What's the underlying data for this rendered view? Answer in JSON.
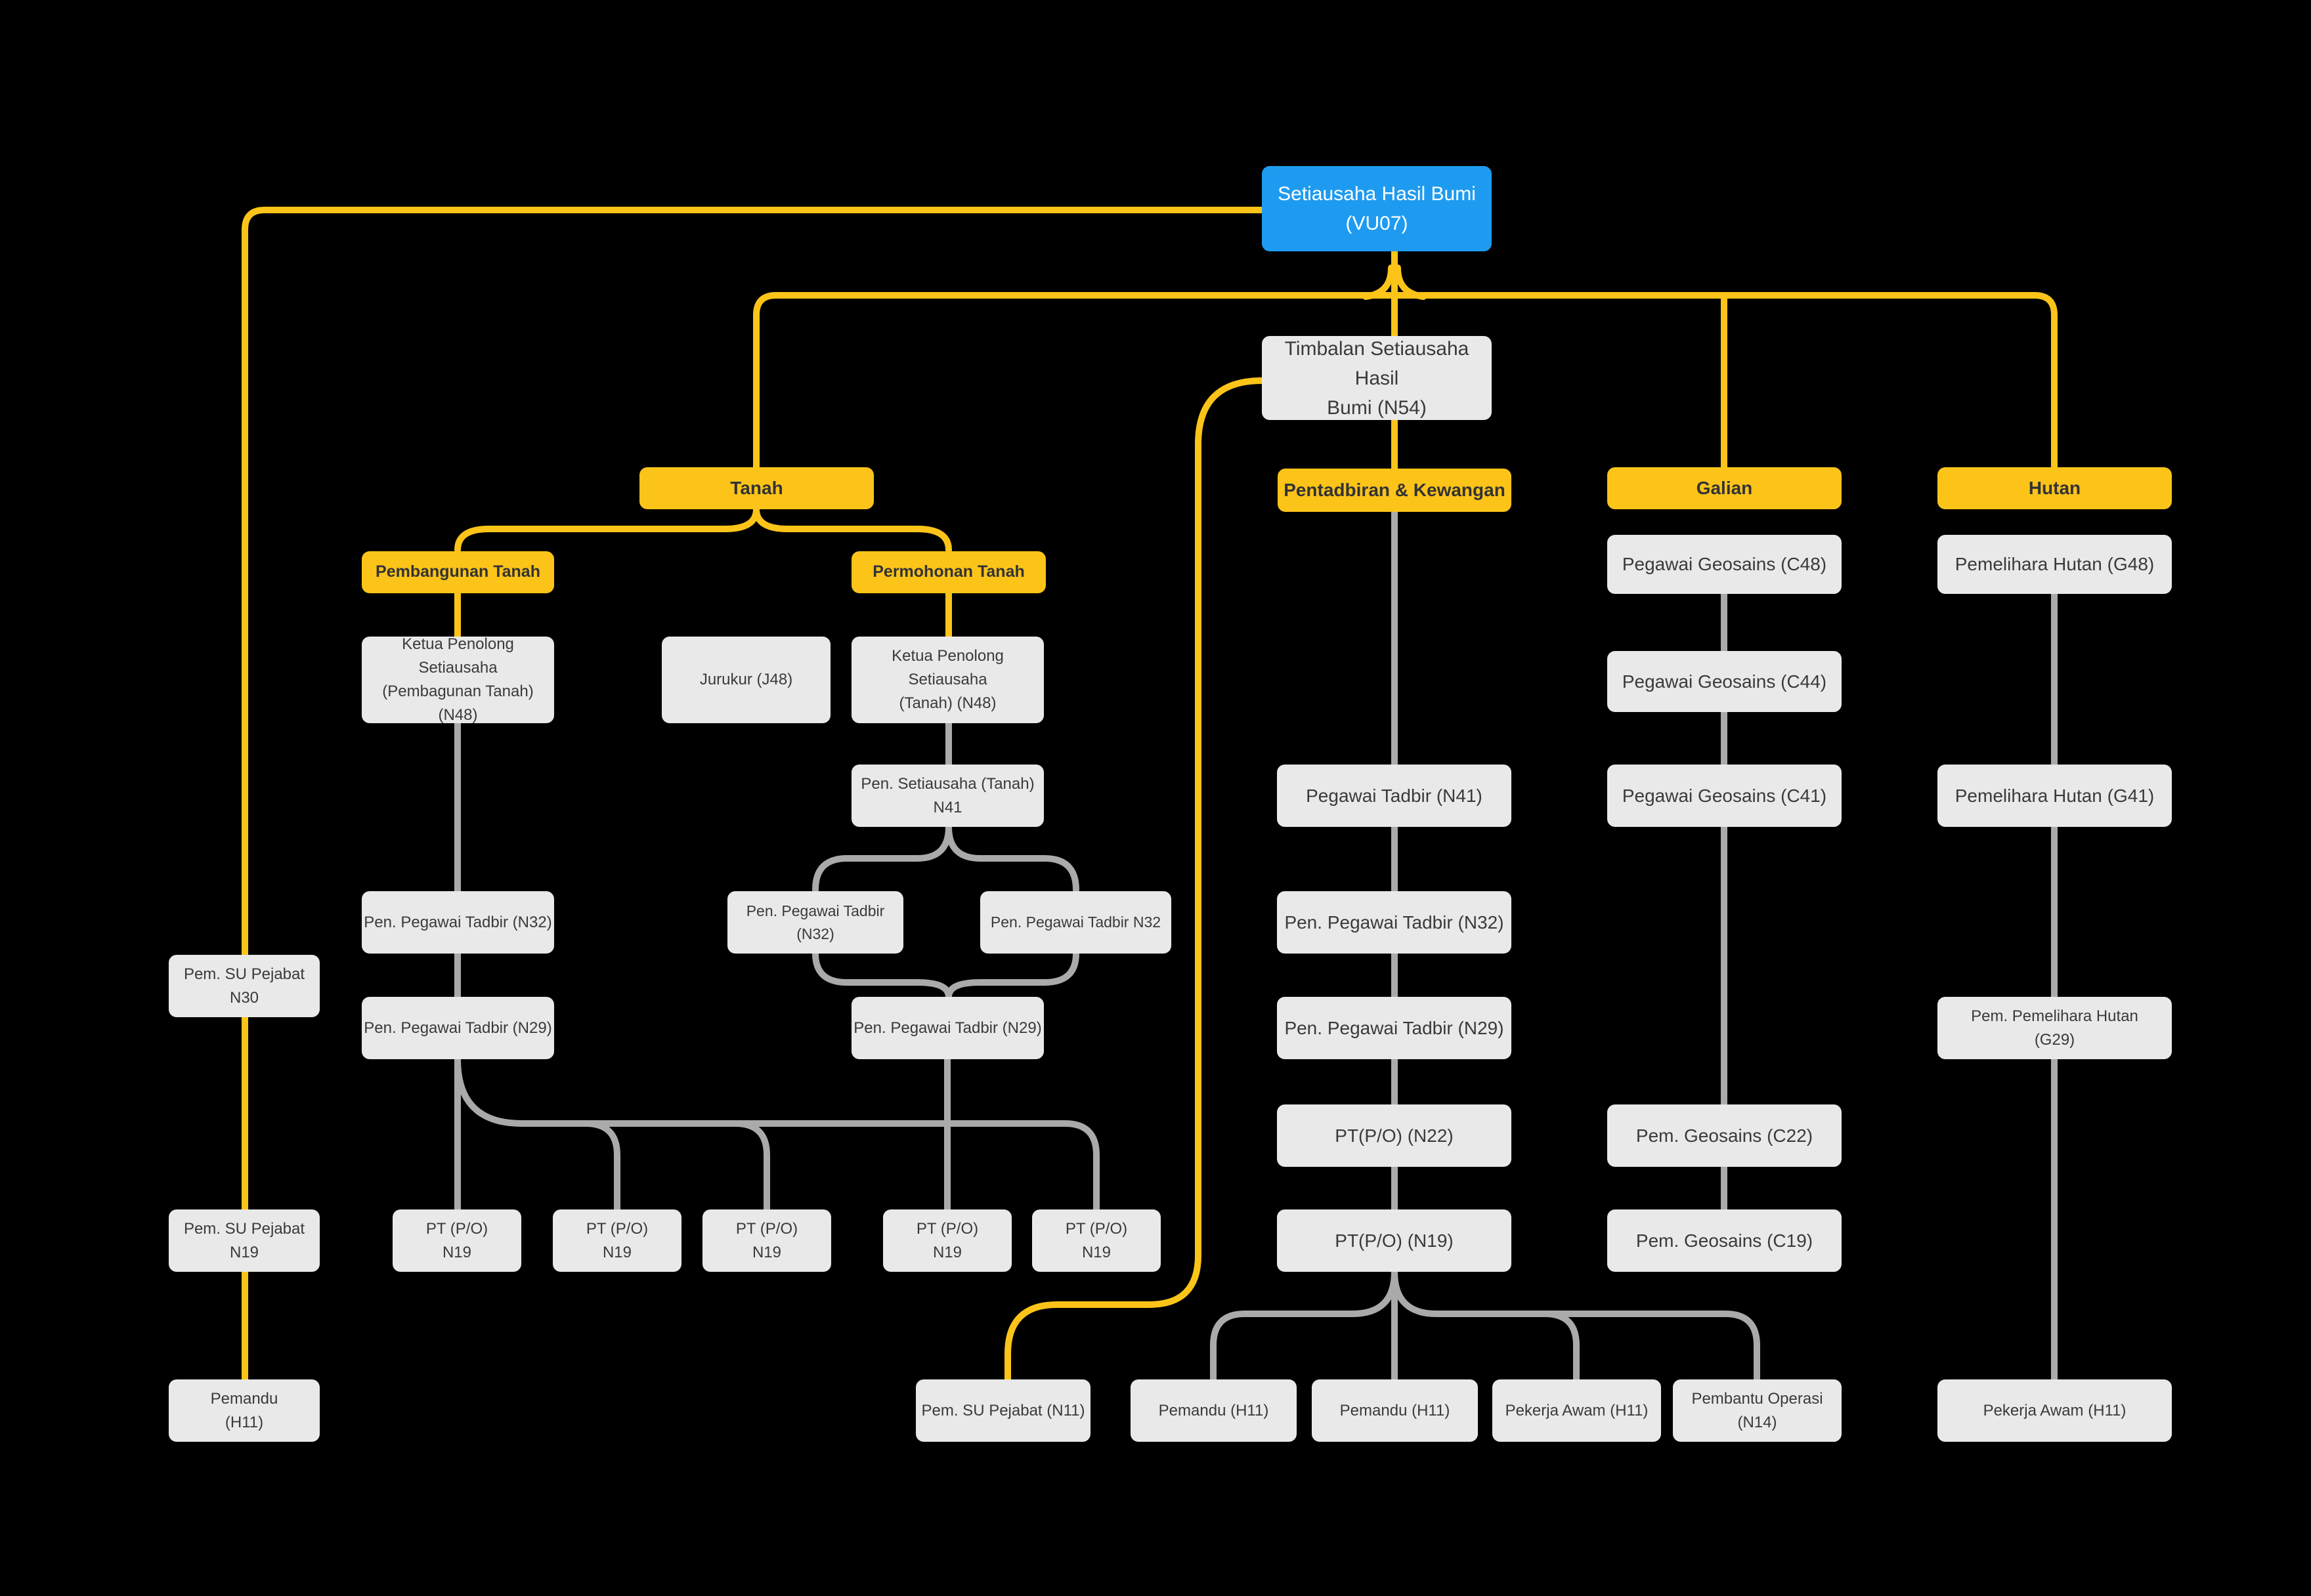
{
  "colors": {
    "background": "#000000",
    "accent_yellow": "#FCC419",
    "accent_blue": "#1E9BF0",
    "node_gray": "#E9E9E9",
    "line_gray": "#AAAAAA",
    "text_dark": "#3A3A3A",
    "text_light": "#FFFFFF"
  },
  "nodes": {
    "root": {
      "label": "Setiausaha Hasil Bumi\n(VU07)"
    },
    "timbalan": {
      "label": "Timbalan Setiausaha Hasil\nBumi (N54)"
    },
    "hdr_tanah": {
      "label": "Tanah"
    },
    "hdr_pembangunan": {
      "label": "Pembangunan Tanah"
    },
    "hdr_permohonan": {
      "label": "Permohonan Tanah"
    },
    "hdr_pentadbiran": {
      "label": "Pentadbiran & Kewangan"
    },
    "hdr_galian": {
      "label": "Galian"
    },
    "hdr_hutan": {
      "label": "Hutan"
    },
    "ketua_pembangunan": {
      "label": "Ketua Penolong Setiausaha\n(Pembagunan Tanah)\n(N48)"
    },
    "jurukur": {
      "label": "Jurukur (J48)"
    },
    "ketua_tanah": {
      "label": "Ketua Penolong Setiausaha\n(Tanah) (N48)"
    },
    "pen_setiausaha_n41": {
      "label": "Pen. Setiausaha (Tanah)\nN41"
    },
    "n32_left": {
      "label": "Pen. Pegawai Tadbir (N32)"
    },
    "n32_mid": {
      "label": "Pen. Pegawai Tadbir (N32)"
    },
    "n32_right": {
      "label": "Pen. Pegawai Tadbir N32"
    },
    "n29_left": {
      "label": "Pen. Pegawai Tadbir (N29)"
    },
    "n29_center": {
      "label": "Pen. Pegawai Tadbir (N29)"
    },
    "pem_su_n30": {
      "label": "Pem. SU Pejabat\nN30"
    },
    "pem_su_n19": {
      "label": "Pem. SU Pejabat\nN19"
    },
    "pemandu_far_left": {
      "label": "Pemandu\n(H11)"
    },
    "pt1": {
      "label": "PT (P/O)\nN19"
    },
    "pt2": {
      "label": "PT (P/O)\nN19"
    },
    "pt3": {
      "label": "PT (P/O)\nN19"
    },
    "pt4": {
      "label": "PT (P/O)\nN19"
    },
    "pt5": {
      "label": "PT (P/O)\nN19"
    },
    "pegawai_tadbir_n41": {
      "label": "Pegawai Tadbir (N41)"
    },
    "pen_pt_n32": {
      "label": "Pen. Pegawai Tadbir (N32)"
    },
    "pen_pt_n29": {
      "label": "Pen. Pegawai Tadbir (N29)"
    },
    "pt_po_n22": {
      "label": "PT(P/O) (N22)"
    },
    "pt_po_n19": {
      "label": "PT(P/O) (N19)"
    },
    "pem_su_n11": {
      "label": "Pem. SU Pejabat (N11)"
    },
    "pemandu1": {
      "label": "Pemandu (H11)"
    },
    "pemandu2": {
      "label": "Pemandu (H11)"
    },
    "pekerja_awam_c": {
      "label": "Pekerja Awam (H11)"
    },
    "pembantu_operasi": {
      "label": "Pembantu Operasi\n(N14)"
    },
    "geo_c48": {
      "label": "Pegawai Geosains (C48)"
    },
    "geo_c44": {
      "label": "Pegawai Geosains (C44)"
    },
    "geo_c41": {
      "label": "Pegawai Geosains (C41)"
    },
    "geo_c22": {
      "label": "Pem. Geosains (C22)"
    },
    "geo_c19": {
      "label": "Pem. Geosains (C19)"
    },
    "hutan_g48": {
      "label": "Pemelihara Hutan (G48)"
    },
    "hutan_g41": {
      "label": "Pemelihara Hutan (G41)"
    },
    "hutan_g29": {
      "label": "Pem. Pemelihara Hutan\n(G29)"
    },
    "pekerja_awam_r": {
      "label": "Pekerja Awam (H11)"
    }
  }
}
